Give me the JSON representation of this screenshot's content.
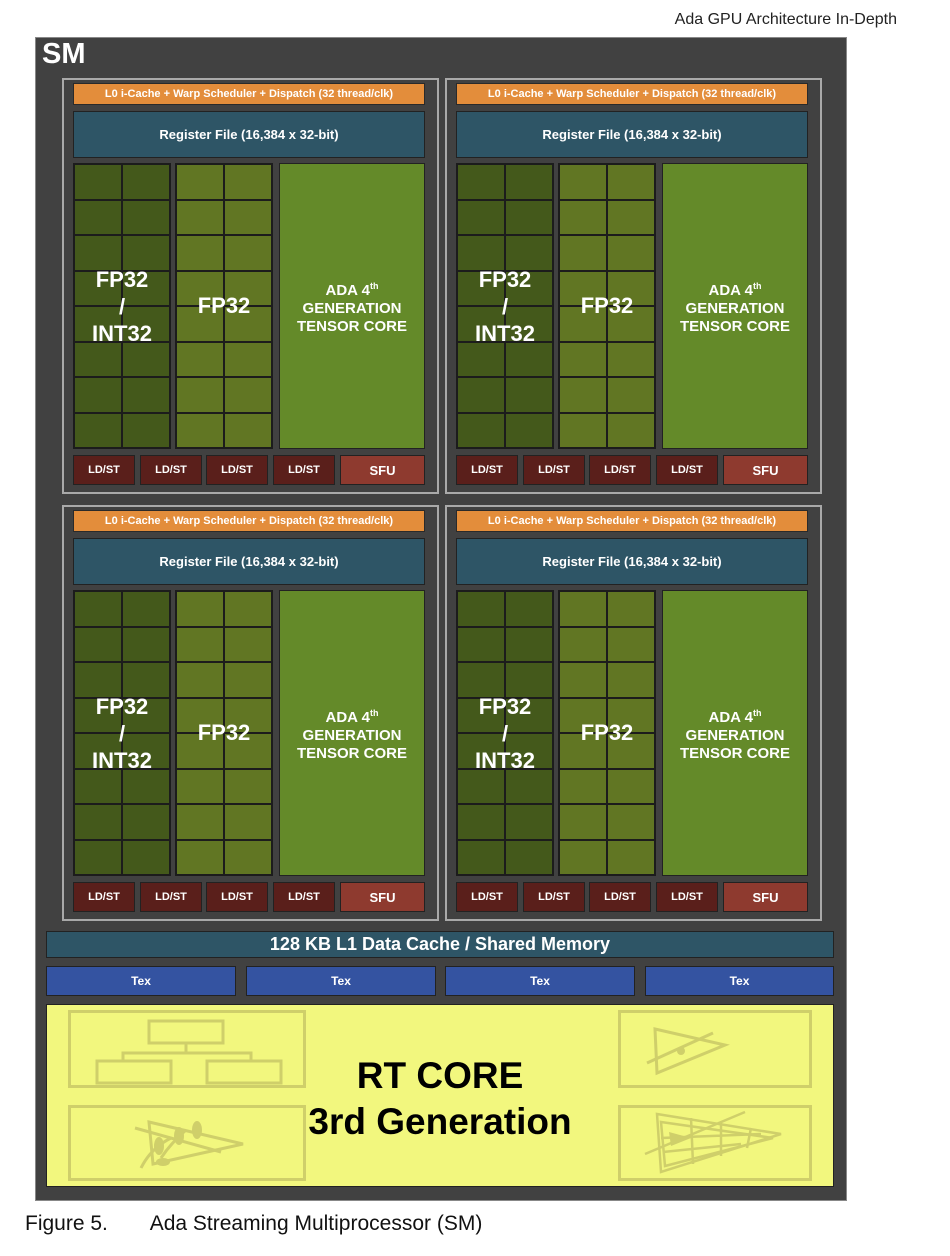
{
  "header": {
    "title": "Ada GPU Architecture In-Depth"
  },
  "sm": {
    "title": "SM",
    "quadrant": {
      "scheduler": "L0 i-Cache + Warp Scheduler + Dispatch (32 thread/clk)",
      "register_file": "Register File (16,384 x 32-bit)",
      "fp32_int32": [
        "FP32",
        "/",
        "INT32"
      ],
      "fp32": "FP32",
      "tensor": {
        "line1": "ADA 4",
        "sup": "th",
        "line2": "GENERATION",
        "line3": "TENSOR CORE"
      },
      "ldst": "LD/ST",
      "sfu": "SFU"
    },
    "l1": "128 KB L1 Data Cache / Shared Memory",
    "tex": [
      "Tex",
      "Tex",
      "Tex",
      "Tex"
    ],
    "rt_core": {
      "line1": "RT CORE",
      "line2": "3rd Generation"
    }
  },
  "caption": {
    "label": "Figure 5.",
    "text": "Ada Streaming Multiprocessor (SM)"
  },
  "colors": {
    "sm_bg": "#414141",
    "scheduler": "#e38d3b",
    "register": "#2e5566",
    "ldst": "#5a1f1b",
    "sfu": "#8e3a2f",
    "tex": "#3453a1",
    "rt": "#f2f77e"
  }
}
